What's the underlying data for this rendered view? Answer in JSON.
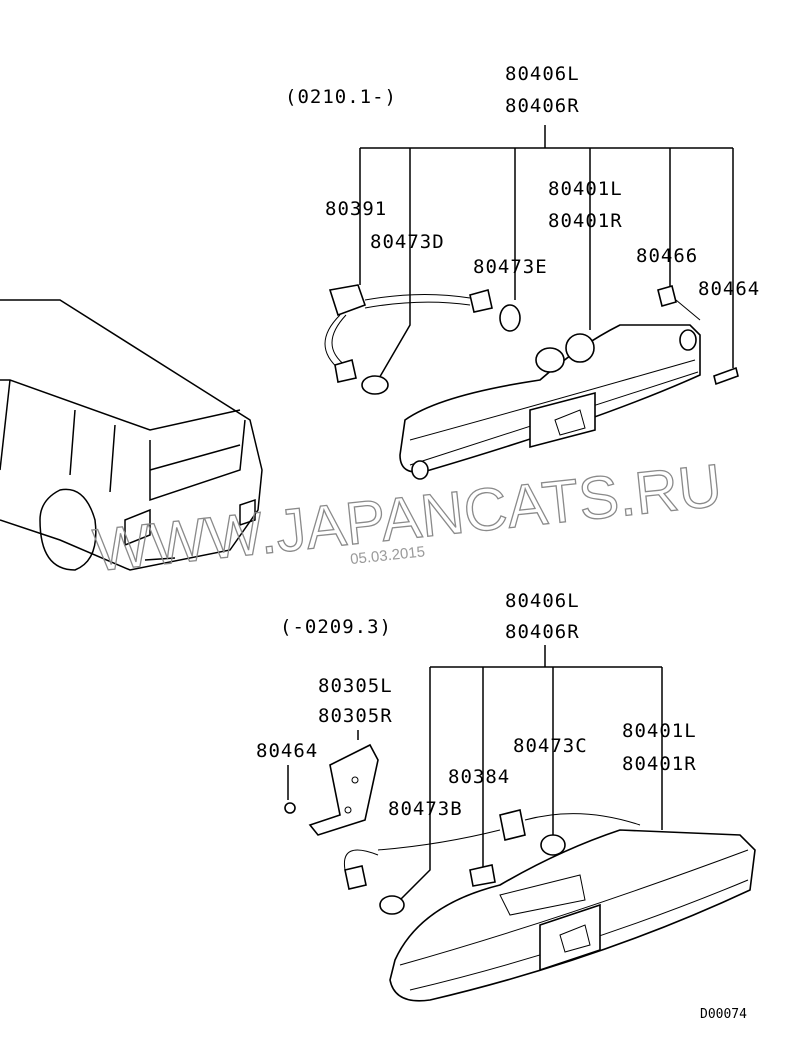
{
  "upper": {
    "date_range": "(0210.1-)",
    "assembly": [
      "80406L",
      "80406R"
    ],
    "parts": {
      "harness": "80391",
      "bulb_d": "80473D",
      "bulb_e": "80473E",
      "lamp": [
        "80401L",
        "80401R"
      ],
      "nut": "80466",
      "screw": "80464"
    }
  },
  "lower": {
    "date_range": "(-0209.3)",
    "assembly": [
      "80406L",
      "80406R"
    ],
    "parts": {
      "bracket": [
        "80305L",
        "80305R"
      ],
      "screw": "80464",
      "bulb_c": "80473C",
      "clip": "80384",
      "bulb_b": "80473B",
      "lamp": [
        "80401L",
        "80401R"
      ]
    }
  },
  "watermark": "WWW.JAPANCATS.RU",
  "watermark_date": "05.03.2015",
  "diagram_code": "D00074"
}
